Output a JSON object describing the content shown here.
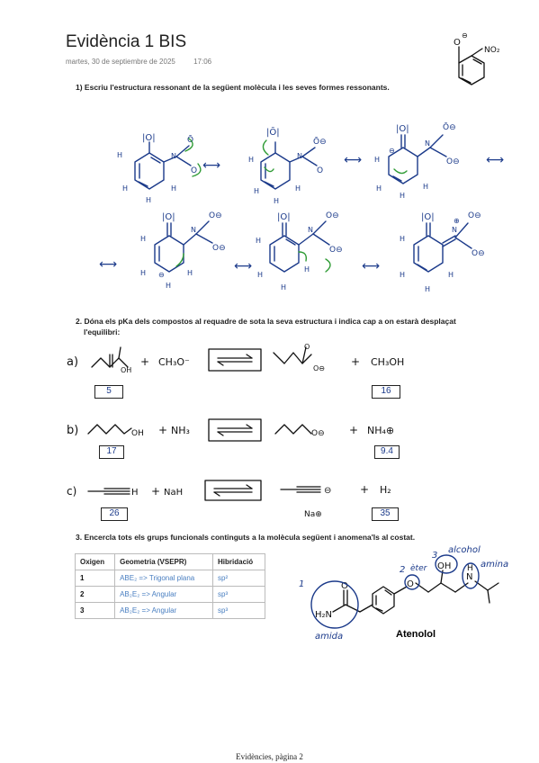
{
  "page": {
    "title": "Evidència 1 BIS",
    "date": "martes, 30 de septiembre de 2025",
    "time": "17:06",
    "footer": "Evidències, pàgina 2"
  },
  "questions": {
    "q1": "1)   Escriu l'estructura ressonant de la següent molècula i les seves formes ressonants.",
    "q2_line1": "2.   Dóna els pKa dels compostos al requadre de sota la seva estructura i indica cap a on estarà desplaçat",
    "q2_line2": "l'equilibri:",
    "q3": "3.   Encercla tots els grups funcionals continguts a la molècula següent i anomena'ls al costat."
  },
  "header_molecule": {
    "substituent_top": "O",
    "charge": "⊖",
    "substituent_right": "NO₂"
  },
  "equilibria": [
    {
      "label": "a)",
      "reagent": "CH₃O⁻",
      "product_side": "CH₃OH",
      "pka_left": "5",
      "pka_right": "16",
      "product_charge": "O⊖",
      "acid_oh": "OH"
    },
    {
      "label": "b)",
      "reagent": "NH₃",
      "product_side": "NH₄⊕",
      "pka_left": "17",
      "pka_right": "9.4",
      "acid_oh": "OH",
      "product_charge": "O⊖"
    },
    {
      "label": "c)",
      "reagent": "NaH",
      "product_side": "H₂",
      "pka_left": "26",
      "pka_right": "35",
      "acid_h": "H",
      "product_charge": "⊖",
      "counter_ion": "Na⊕"
    }
  ],
  "table": {
    "headers": [
      "Oxigen",
      "Geometria (VSEPR)",
      "Hibridació"
    ],
    "rows": [
      {
        "oxigen": "1",
        "geometria": "ABE₂ => Trigonal plana",
        "hibridacio": "sp²"
      },
      {
        "oxigen": "2",
        "geometria": "AB₂E₂ => Angular",
        "hibridacio": "sp³"
      },
      {
        "oxigen": "3",
        "geometria": "AB₂E₂ => Angular",
        "hibridacio": "sp³"
      }
    ]
  },
  "atenolol": {
    "name": "Atenolol",
    "labels": {
      "amida": "amida",
      "eter": "èter",
      "alcohol": "alcohol",
      "amina": "amina"
    },
    "numbers": [
      "1",
      "2",
      "3"
    ],
    "atoms": {
      "h2n": "H₂N",
      "o": "O",
      "oh": "OH",
      "nh": "N",
      "h": "H"
    }
  }
}
